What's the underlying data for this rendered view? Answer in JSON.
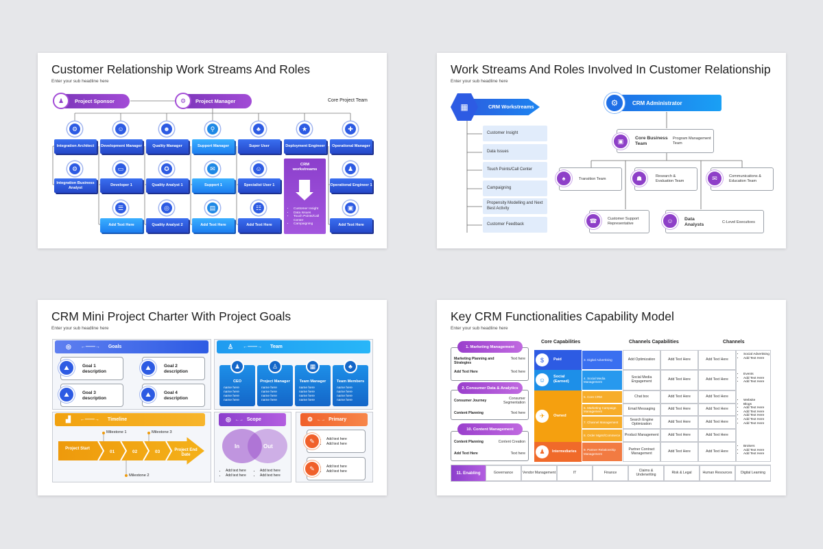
{
  "s1": {
    "title": "Customer Relationship Work Streams And Roles",
    "sub": "Enter your sub headline here",
    "sponsor": "Project Sponsor",
    "manager": "Project Manager",
    "core": "Core Project Team",
    "row1": [
      "Integration Architect",
      "Development Manager",
      "Quality Manager",
      "Support Manager",
      "Super User",
      "Deployment Engineer",
      "Operational Manager"
    ],
    "row2": [
      "Integration Business Analyst",
      "Developer 1",
      "Quality Analyst 1",
      "Support 1",
      "Specialist User 1",
      "Operational Engineer 1"
    ],
    "row3": [
      "Add Text Here",
      "Quality Analyst 2",
      "Add Text Here",
      "Add Text Here",
      "Add Text Here"
    ],
    "crm_title": "CRM workstreams",
    "crm_items": [
      "Customer Insight",
      "Data Issues",
      "Touch Points/Call Center",
      "Campaigning"
    ]
  },
  "s2": {
    "title": "Work Streams And Roles Involved In Customer Relationship",
    "sub": "Enter your sub headline here",
    "ws": "CRM Workstreams",
    "list": [
      "Customer Insight",
      "Data Issues",
      "Touch Points/Call Center",
      "Campaigning",
      "Propensity Modelling and Next Best Activity",
      "Customer Feedback"
    ],
    "admin": "CRM Administrator",
    "cbt": "Core Business Team",
    "pmt": "Program Management Team",
    "trans": "Transition Team",
    "research": "Research & Evaluation Team",
    "comms": "Communications & Education Team",
    "csr": "Customer Support Representative",
    "da": "Data Analysts",
    "clevel": "C-Level Executives"
  },
  "s3": {
    "title": "CRM Mini Project Charter With Project Goals",
    "sub": "Enter your sub headline here",
    "goals": "Goals",
    "goal_items": [
      "Goal 1 description",
      "Goal 2 description",
      "Goal 3 description",
      "Goal 4 description"
    ],
    "team": "Team",
    "members": [
      "CEO",
      "Project Manager",
      "Team Manager",
      "Team Members"
    ],
    "name_here": "name here",
    "timeline": "Timeline",
    "ms": [
      "Milestone 1",
      "Milestone 3",
      "Milestone 2"
    ],
    "steps": [
      "Project Start",
      "01",
      "02",
      "03",
      "Project End Date"
    ],
    "scope": "Scope",
    "in": "In",
    "out": "Out",
    "add": "Add text here",
    "primary": "Primary"
  },
  "s4": {
    "title": "Key CRM Functionalities Capability Model",
    "sub": "Enter your sub headline here",
    "h_core": "Core Capabilities",
    "h_chcap": "Channels Capabilities",
    "h_ch": "Channels",
    "g1": "1. Marketing Management",
    "g1_r": [
      [
        "Marketing Planning and Strategies",
        "Text here"
      ],
      [
        "Add Text Here",
        "Text here"
      ]
    ],
    "g2": "2. Consumer Data & Analytics",
    "g2_r": [
      [
        "Consumer Journey",
        "Consumer Segmentation"
      ],
      [
        "Content Planning",
        "Text here"
      ]
    ],
    "g3": "10. Content Management",
    "g3_r": [
      [
        "Content Planning",
        "Content Creation"
      ],
      [
        "Add Text Here",
        "Text here"
      ]
    ],
    "paid": "Paid",
    "social": "Social (Earned)",
    "owned": "Owned",
    "inter": "Intermediaries",
    "sublabels": [
      "3. Digital Advertising",
      "4. Social Media Management",
      "5. Core CRM",
      "6. Marketing Campaign Management",
      "7. Channel Management",
      "8. Order Mgmt/Commerce",
      "9. Partner Relationship Management"
    ],
    "cap1": [
      "Add Optimization",
      "Social Media Engagement",
      "Chat box",
      "Email Messaging",
      "Search Engine Optimization",
      "Product Management",
      "Partner Contract Management"
    ],
    "ath": "Add Text Here",
    "ch_paid": [
      "Social Advertising",
      "Add Text Here"
    ],
    "ch_social": [
      "Events",
      "Add Text Here",
      "Add Text Here"
    ],
    "ch_owned": [
      "Website",
      "Blogs",
      "Add Text Here",
      "Add Text Here",
      "Add Text Here",
      "Add Text Here",
      "Add Text Here"
    ],
    "ch_inter": [
      "Brokers",
      "Add Text Here",
      "Add Text Here"
    ],
    "enabling": "11. Enabling",
    "enab": [
      "Governance",
      "Vendor Management",
      "IT",
      "Finance",
      "Claims & Underwriting",
      "Risk & Legal",
      "Human Resources",
      "Digital Learning"
    ]
  }
}
